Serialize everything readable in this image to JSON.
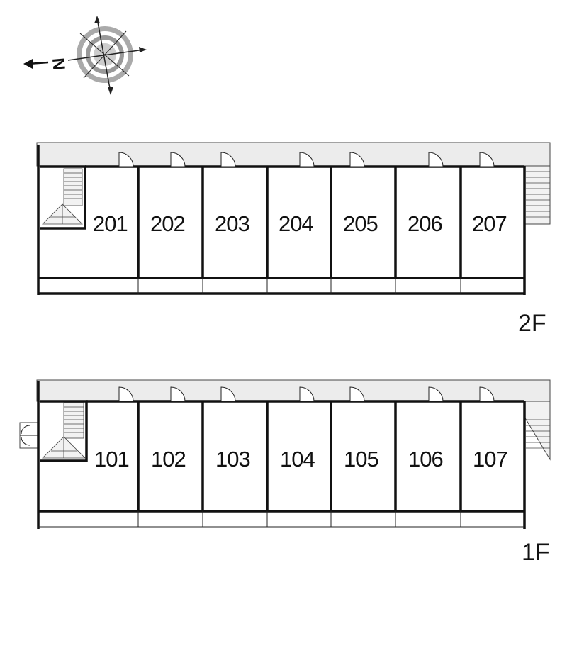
{
  "compass": {
    "north_letter": "N",
    "icon": "compass-rose-icon"
  },
  "floors": [
    {
      "id": "2F",
      "label": "2F",
      "rooms": [
        "201",
        "202",
        "203",
        "204",
        "205",
        "206",
        "207"
      ]
    },
    {
      "id": "1F",
      "label": "1F",
      "rooms": [
        "101",
        "102",
        "103",
        "104",
        "105",
        "106",
        "107"
      ]
    }
  ]
}
